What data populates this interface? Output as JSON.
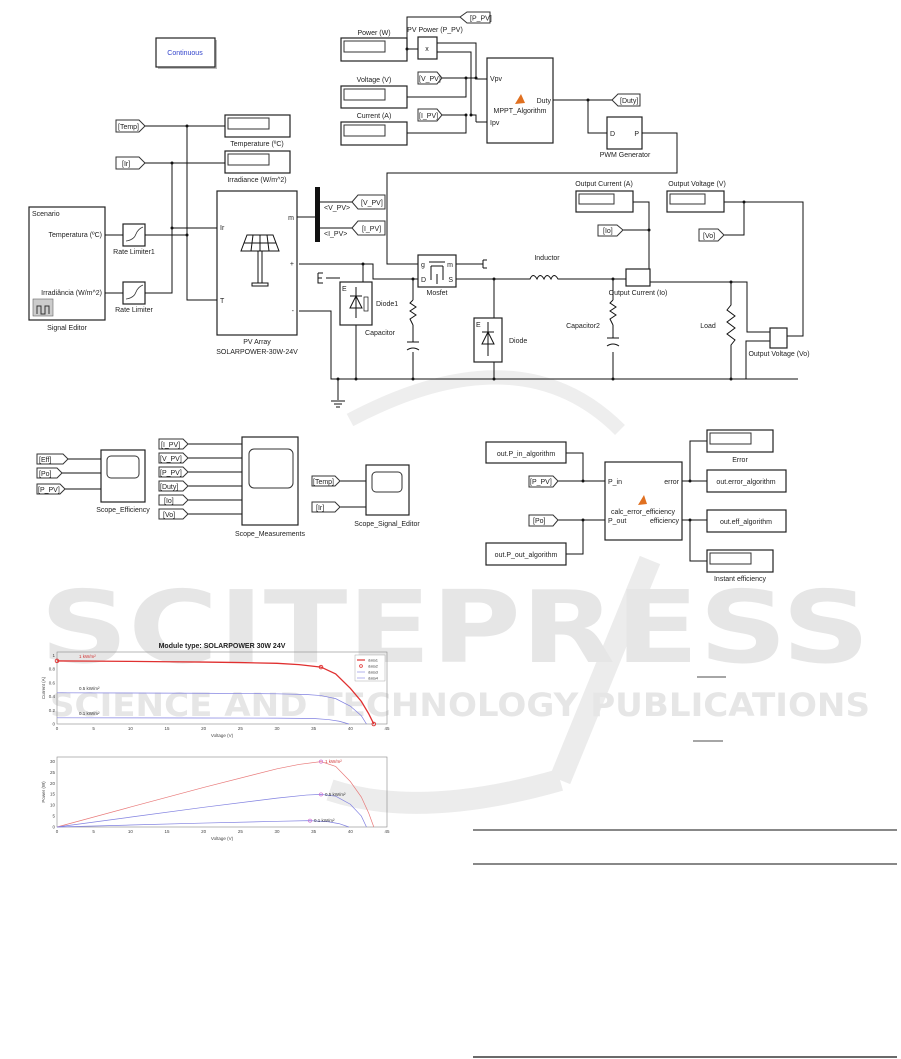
{
  "watermark": {
    "brand": "SCITEPRESS",
    "tagline": "SCIENCE AND TECHNOLOGY PUBLICATIONS"
  },
  "model": {
    "solver": "Continuous",
    "displays": {
      "power": "Power (W)",
      "voltage": "Voltage (V)",
      "current": "Current (A)",
      "temperature": "Temperature (ºC)",
      "irradiance": "Irradiance (W/m^2)",
      "output_current": "Output Current (A)",
      "output_voltage": "Output Voltage (V)",
      "error": "Error",
      "instant_eff": "Instant efficiency"
    },
    "product": {
      "label": "PV Power (P_PV)",
      "symbol": "x"
    },
    "tags": {
      "p_pv": "[P_PV]",
      "v_pv": "[V_PV]",
      "i_pv": "[I_PV]",
      "duty": "[Duty]",
      "temp": "[Temp]",
      "ir": "[Ir]",
      "io": "[Io]",
      "vo": "[Vo]",
      "eff": "[Eff]",
      "po": "[Po]"
    },
    "mppt": {
      "label": "MPPT_Algorithm",
      "in1": "Vpv",
      "in2": "Ipv",
      "out": "Duty"
    },
    "pwm": {
      "label": "PWM Generator",
      "in": "D",
      "out": "P"
    },
    "signal_editor": {
      "title": "Scenario",
      "out1": "Temperatura (ºC)",
      "out2": "Irradiância (W/m^2)",
      "label": "Signal Editor"
    },
    "rate_limiter1": "Rate Limiter1",
    "rate_limiter": "Rate Limiter",
    "pv_array": {
      "label1": "PV Array",
      "label2": "SOLARPOWER-30W-24V",
      "ir": "Ir",
      "t": "T",
      "m": "m",
      "plus": "+",
      "minus": "-"
    },
    "bus": {
      "v": "<V_PV>",
      "i": "<I_PV>"
    },
    "circuit": {
      "diode1": "Diode1",
      "capacitor": "Capacitor",
      "mosfet": "Mosfet",
      "inductor": "Inductor",
      "diode": "Diode",
      "capacitor2": "Capacitor2",
      "load": "Load",
      "current_sensor": "Output Current (Io)",
      "voltage_sensor": "Output Voltage (Vo)",
      "g": "g",
      "m": "m",
      "d": "D",
      "s": "S",
      "e": "E"
    },
    "scopes": {
      "efficiency": "Scope_Efficiency",
      "measurements": "Scope_Measurements",
      "signal_editor": "Scope_Signal_Editor"
    },
    "calc": {
      "label": "calc_error_efficiency",
      "p_in": "P_in",
      "p_out": "P_out",
      "error": "error",
      "efficiency": "efficiency",
      "out_p_in": "out.P_in_algorithm",
      "out_p_out": "out.P_out_algorithm",
      "out_error": "out.error_algorithm",
      "out_eff": "out.eff_algorithm"
    }
  },
  "chart_data": [
    {
      "type": "line",
      "title": "Module type: SOLARPOWER 30W 24V",
      "xlabel": "Voltage (V)",
      "ylabel": "Current (A)",
      "xlim": [
        0,
        45
      ],
      "ylim": [
        0,
        1.05
      ],
      "xticks": [
        0,
        5,
        10,
        15,
        20,
        25,
        30,
        35,
        40,
        45
      ],
      "yticks": [
        0,
        0.2,
        0.4,
        0.6,
        0.8,
        1
      ],
      "legend": {
        "position": "top-right",
        "entries": [
          "data1",
          "data2",
          "data3",
          "data4"
        ]
      },
      "series": [
        {
          "name": "data1",
          "color": "#e03030",
          "annotation": "1 kW/m²",
          "x": [
            0,
            5,
            10,
            15,
            20,
            25,
            30,
            33,
            36,
            38,
            40,
            41.5,
            42.5,
            43.2
          ],
          "y": [
            0.92,
            0.917,
            0.913,
            0.908,
            0.903,
            0.896,
            0.885,
            0.866,
            0.83,
            0.73,
            0.52,
            0.33,
            0.15,
            0
          ]
        },
        {
          "name": "data2",
          "color": "#e03030",
          "marker": "o",
          "x": [
            0,
            36,
            43.2
          ],
          "y": [
            0.92,
            0.83,
            0
          ]
        },
        {
          "name": "data3",
          "color": "#8080e0",
          "annotation": "0.5 kW/m²",
          "x": [
            0,
            10,
            20,
            30,
            34,
            36,
            38,
            40,
            41.5,
            42.2
          ],
          "y": [
            0.455,
            0.452,
            0.448,
            0.44,
            0.43,
            0.415,
            0.37,
            0.26,
            0.12,
            0
          ]
        },
        {
          "name": "data4",
          "color": "#8080e0",
          "annotation": "0.1 kW/m²",
          "x": [
            0,
            10,
            20,
            30,
            35,
            37,
            38.5,
            39.8
          ],
          "y": [
            0.09,
            0.089,
            0.088,
            0.086,
            0.08,
            0.065,
            0.04,
            0
          ]
        }
      ]
    },
    {
      "type": "line",
      "xlabel": "Voltage (V)",
      "ylabel": "Power (W)",
      "xlim": [
        0,
        45
      ],
      "ylim": [
        0,
        32
      ],
      "xticks": [
        0,
        5,
        10,
        15,
        20,
        25,
        30,
        35,
        40,
        45
      ],
      "yticks": [
        0,
        5,
        10,
        15,
        20,
        25,
        30
      ],
      "series": [
        {
          "name": "1 kW/m²",
          "color": "#e87878",
          "annotation": "1 kW/m²",
          "x": [
            0,
            10,
            20,
            30,
            33,
            36,
            38,
            40,
            41.5,
            42.5,
            43.2
          ],
          "y": [
            0,
            9.1,
            18.1,
            26.6,
            28.6,
            29.9,
            27.7,
            20.8,
            13.7,
            6.4,
            0
          ],
          "mpp": [
            36,
            29.9
          ]
        },
        {
          "name": "0.5 kW/m²",
          "color": "#8080e0",
          "annotation": "0.5 kW/m²",
          "x": [
            0,
            10,
            20,
            30,
            34,
            36,
            38,
            40,
            41.5,
            42.2
          ],
          "y": [
            0,
            4.5,
            9,
            13.2,
            14.6,
            14.9,
            14.1,
            10.4,
            5,
            0
          ],
          "mpp": [
            36,
            14.9
          ]
        },
        {
          "name": "0.1 kW/m²",
          "color": "#8080e0",
          "annotation": "0.1 kW/m²",
          "x": [
            0,
            10,
            20,
            30,
            34.5,
            37,
            38.5,
            39.8
          ],
          "y": [
            0,
            0.9,
            1.8,
            2.6,
            2.9,
            2.4,
            1.5,
            0
          ],
          "mpp": [
            34.5,
            2.9
          ]
        }
      ]
    }
  ]
}
